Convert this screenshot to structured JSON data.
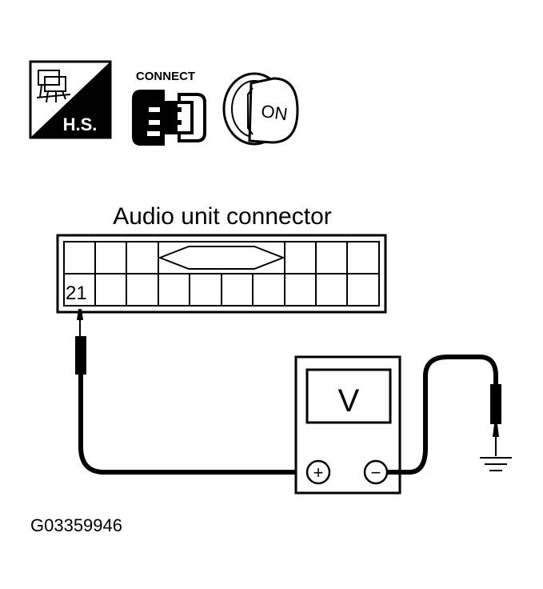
{
  "icons": {
    "harness_label": "H.S.",
    "connect_label": "CONNECT",
    "ignition_label": "ON",
    "harness_icon": "harness-sign-icon",
    "connector_icon": "connector-icon",
    "ignition_icon": "ignition-key-icon"
  },
  "connector": {
    "title": "Audio unit connector",
    "pin_label": "21"
  },
  "meter": {
    "display": "V",
    "positive_symbol": "+",
    "negative_symbol": "−"
  },
  "figure_id": "G03359946"
}
